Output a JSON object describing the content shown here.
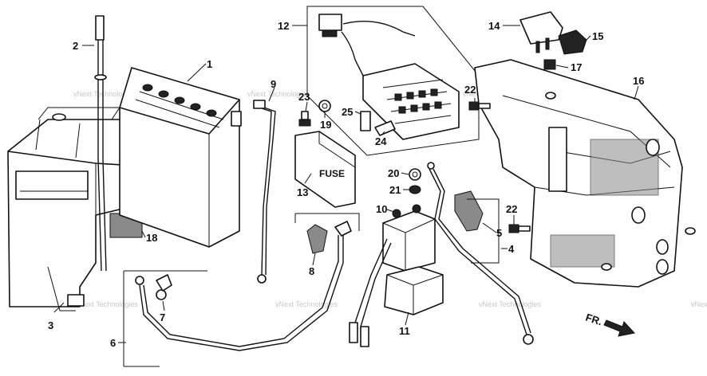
{
  "watermark": "vNext Technologies",
  "fuse_cover_text": "FUSE",
  "front_marker": "FR.",
  "callouts": [
    "1",
    "2",
    "3",
    "4",
    "5",
    "6",
    "7",
    "8",
    "9",
    "10",
    "11",
    "12",
    "13",
    "14",
    "15",
    "16",
    "17",
    "18",
    "19",
    "20",
    "21",
    "22",
    "22",
    "23",
    "24",
    "25"
  ]
}
